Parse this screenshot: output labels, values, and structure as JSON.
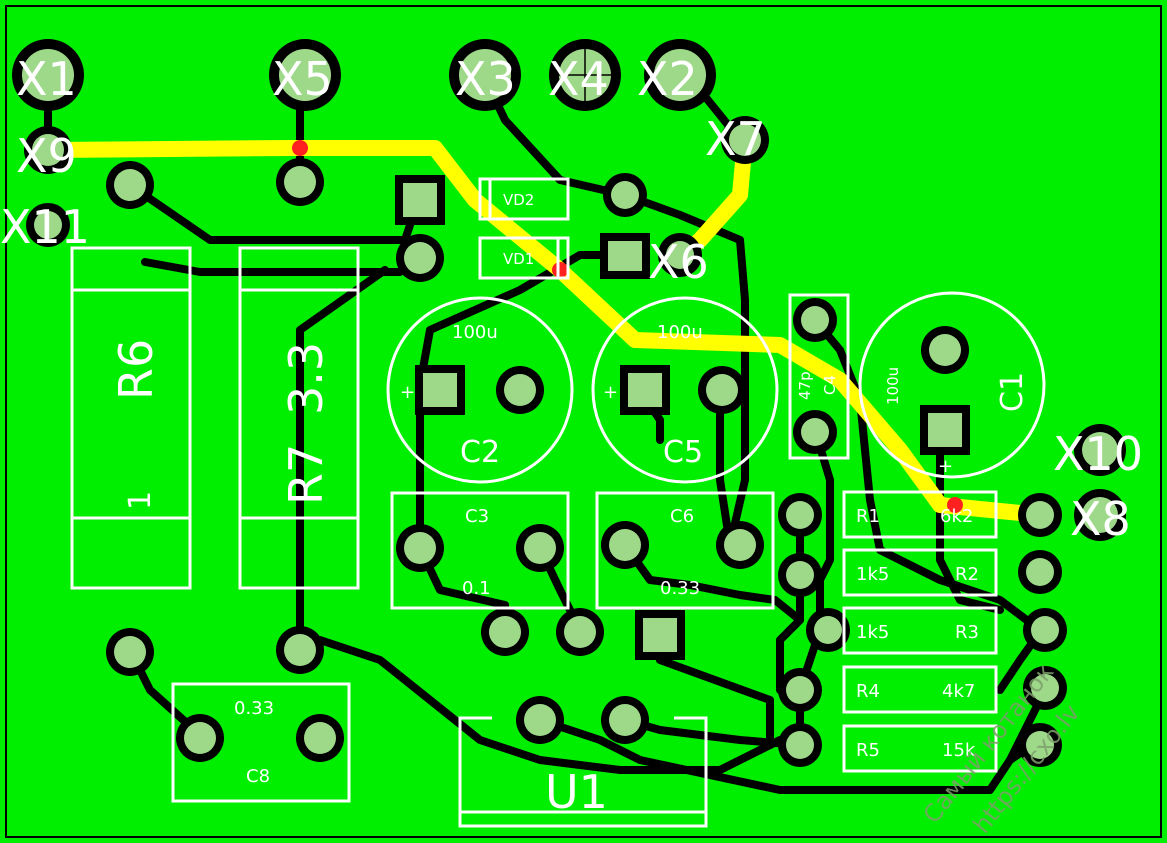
{
  "colors": {
    "substrate": "#00ee00",
    "bottom_trace": "#000000",
    "top_trace": "#ffff00",
    "via_red": "#ff2020",
    "silkscreen": "#ffffff",
    "pad": "#9ed98a"
  },
  "connectors": {
    "x1": "X1",
    "x5": "X5",
    "x3": "X3",
    "x4": "X4",
    "x2": "X2",
    "x7": "X7",
    "x9": "X9",
    "x11": "X11",
    "x6": "X6",
    "x10": "X10",
    "x8": "X8"
  },
  "components": {
    "r6": {
      "ref": "R6",
      "value": "1"
    },
    "r7": {
      "ref": "R7",
      "value": "3.3"
    },
    "vd1": {
      "ref": "VD1"
    },
    "vd2": {
      "ref": "VD2"
    },
    "c2": {
      "ref": "C2",
      "value": "100u"
    },
    "c5": {
      "ref": "C5",
      "value": "100u"
    },
    "c4": {
      "ref": "C4",
      "value": "47p"
    },
    "c1": {
      "ref": "C1",
      "value": "100u"
    },
    "c3": {
      "ref": "C3",
      "value": "0.1"
    },
    "c6": {
      "ref": "C6",
      "value": "0.33"
    },
    "c8": {
      "ref": "C8",
      "value": "0.33"
    },
    "u1": {
      "ref": "U1"
    },
    "r1": {
      "ref": "R1",
      "value": "6k2"
    },
    "r2": {
      "ref": "R2",
      "value": "1k5"
    },
    "r3": {
      "ref": "R3",
      "value": "1k5"
    },
    "r4": {
      "ref": "R4",
      "value": "4k7"
    },
    "r5": {
      "ref": "R5",
      "value": "15k"
    },
    "polarity": "+"
  },
  "watermark": {
    "line1": "Самый котанок",
    "line2": "https://cxo.lv"
  }
}
